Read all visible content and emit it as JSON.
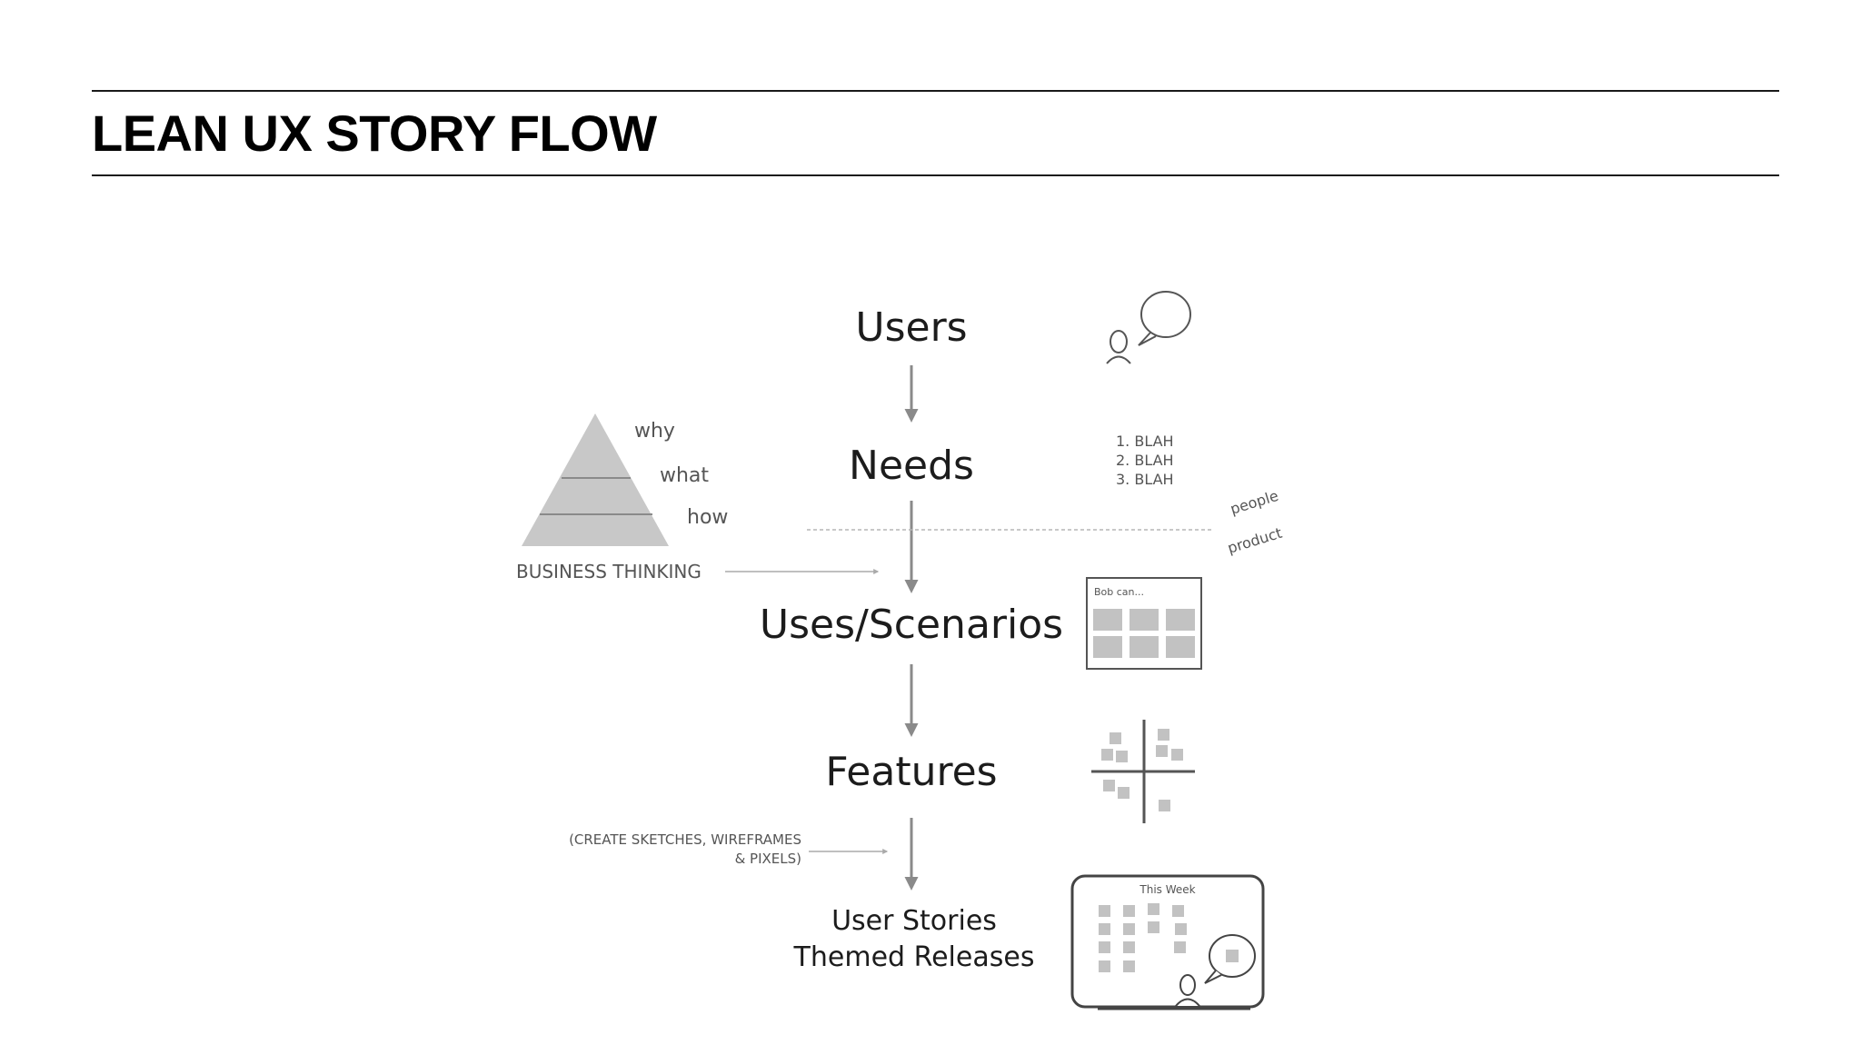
{
  "slide": {
    "title": "LEAN UX STORY FLOW"
  },
  "flow": {
    "nodes": [
      "Users",
      "Needs",
      "Uses/Scenarios",
      "Features"
    ],
    "final_lines": [
      "User Stories",
      "Themed Releases"
    ]
  },
  "pyramid": {
    "levels": [
      "why",
      "what",
      "how"
    ],
    "caption": "BUSINESS THINKING"
  },
  "needs_list": [
    "1. BLAH",
    "2. BLAH",
    "3. BLAH"
  ],
  "divider_labels": [
    "people",
    "product"
  ],
  "scenario_card": {
    "label": "Bob can..."
  },
  "sketch_note": [
    "(CREATE SKETCHES, WIREFRAMES",
    "& PIXELS)"
  ],
  "board": {
    "label": "This Week"
  },
  "colors": {
    "ink": "#1c1c1c",
    "arrow": "#8a8a8a",
    "pyramid": "#c8c8c8",
    "sticky": "#c2c2c2"
  }
}
